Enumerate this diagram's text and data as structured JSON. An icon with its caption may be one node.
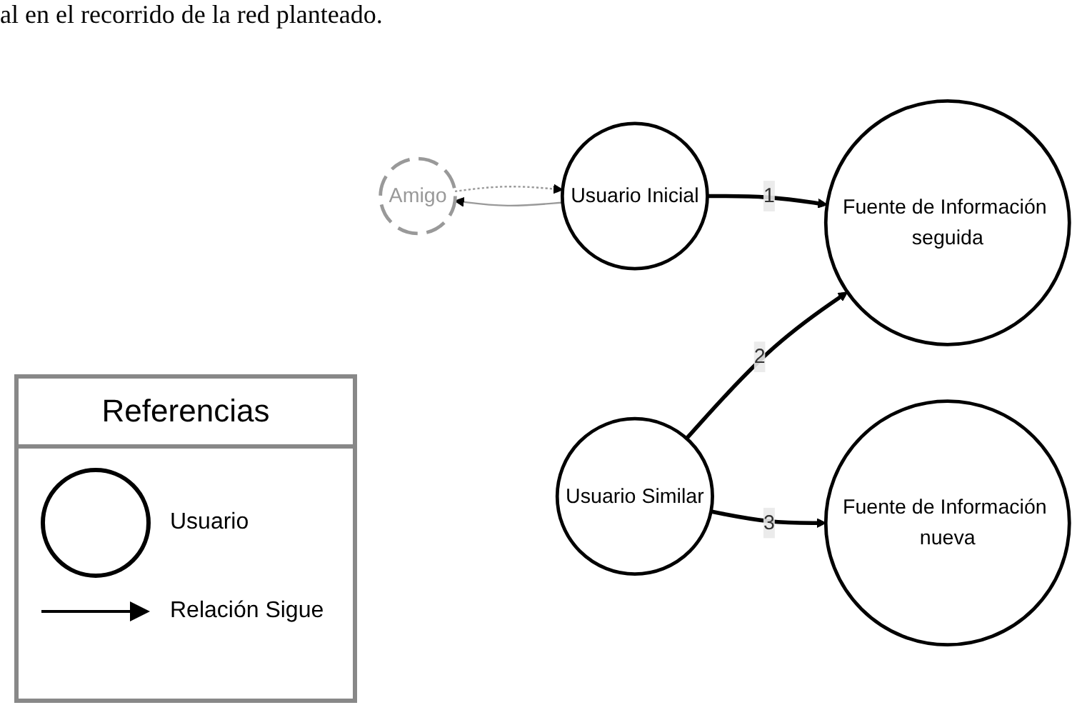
{
  "diagram": {
    "nodes": [
      {
        "text": [
          "Amigo"
        ]
      },
      {
        "text": [
          "Usuario Inicial"
        ]
      },
      {
        "text": [
          "Fuente de Información seguida"
        ]
      },
      {
        "text": [
          "Usuario Similar"
        ]
      },
      {
        "text": [
          "Fuente de Información nueva"
        ]
      }
    ],
    "edges": [
      {
        "from": 0,
        "to": 1,
        "arrow": "to",
        "style": "dashed",
        "color": "#999999"
      },
      {
        "from": 1,
        "to": 0,
        "arrow": "to",
        "color": "#999999"
      },
      {
        "from": 1,
        "to": 2,
        "arrow": "to",
        "label": "1"
      },
      {
        "from": 3,
        "to": 2,
        "arrow": "to",
        "label": "2"
      },
      {
        "from": 3,
        "to": 4,
        "arrow": "to",
        "label": "3"
      }
    ],
    "labels": [
      "al en el recorrido de la red planteado.",
      "Referencias"
    ],
    "legend": [
      {
        "text": "Usuario"
      },
      {
        "text": "Relación Sigue"
      }
    ]
  }
}
